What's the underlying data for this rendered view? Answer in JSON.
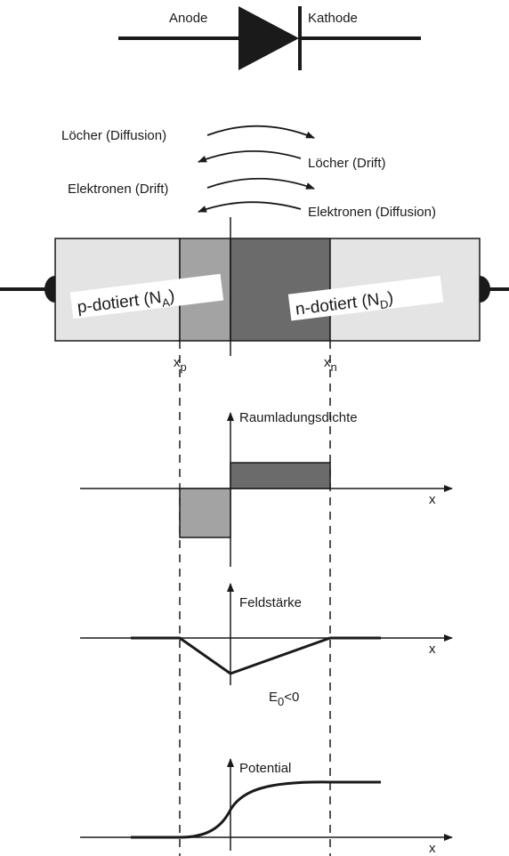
{
  "symbol": {
    "anode": "Anode",
    "kathode": "Kathode"
  },
  "carriers": {
    "holes_diffusion": "Löcher (Diffusion)",
    "holes_drift": "Löcher (Drift)",
    "electrons_drift": "Elektronen (Drift)",
    "electrons_diffusion": "Elektronen (Diffusion)"
  },
  "junction": {
    "p_label": "p-dotiert (N",
    "p_sub": "A",
    "n_label": "n-dotiert (N",
    "n_sub": "D",
    "close_paren": ")",
    "xp": "x",
    "xp_sub": "p",
    "xn": "x",
    "xn_sub": "n"
  },
  "plots": {
    "charge": {
      "title": "Raumladungsdichte",
      "xlabel": "x"
    },
    "field": {
      "title": "Feldstärke",
      "xlabel": "x",
      "annotation": "E",
      "annotation_sub": "0",
      "annotation_tail": "<0"
    },
    "potential": {
      "title": "Potential",
      "xlabel": "x"
    }
  },
  "colors": {
    "light": "#e4e4e4",
    "medium": "#a3a3a3",
    "dark": "#6b6b6b",
    "line": "#1a1a1a"
  }
}
